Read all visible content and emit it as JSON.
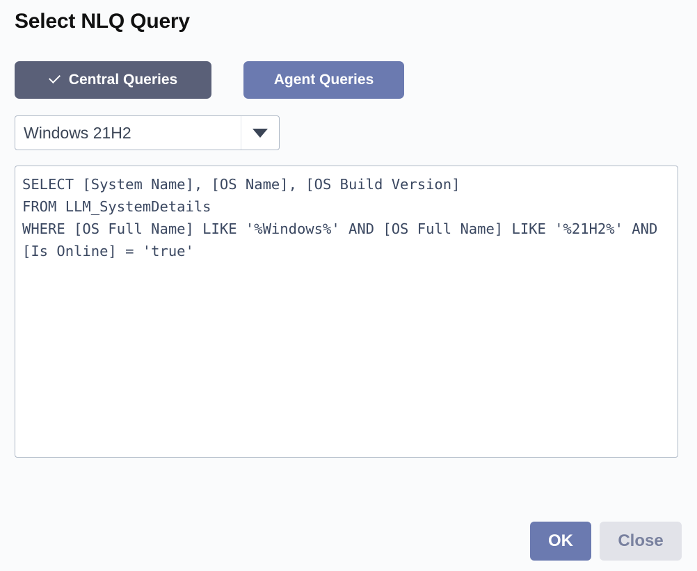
{
  "dialog": {
    "title": "Select NLQ Query"
  },
  "tabs": [
    {
      "id": "central-queries",
      "label": "Central Queries",
      "selected": true,
      "icon": "check-icon",
      "color": "#5a6078"
    },
    {
      "id": "agent-queries",
      "label": "Agent Queries",
      "selected": false,
      "color": "#6b7ab0"
    }
  ],
  "query_selector": {
    "selected": "Windows 21H2",
    "icon": "chevron-down-icon"
  },
  "query_editor": {
    "value": "SELECT [System Name], [OS Name], [OS Build Version]\nFROM LLM_SystemDetails\nWHERE [OS Full Name] LIKE '%Windows%' AND [OS Full Name] LIKE '%21H2%' AND [Is Online] = 'true'",
    "placeholder": ""
  },
  "footer": {
    "ok_label": "OK",
    "close_label": "Close"
  },
  "colors": {
    "page_background": "#fafbfc",
    "tab_selected": "#5a6078",
    "tab_unselected": "#6b7ab0",
    "accent": "#6b7ab0",
    "field_border": "#aeb8c6",
    "code_text": "#3b4861",
    "muted_text": "#79819f"
  }
}
